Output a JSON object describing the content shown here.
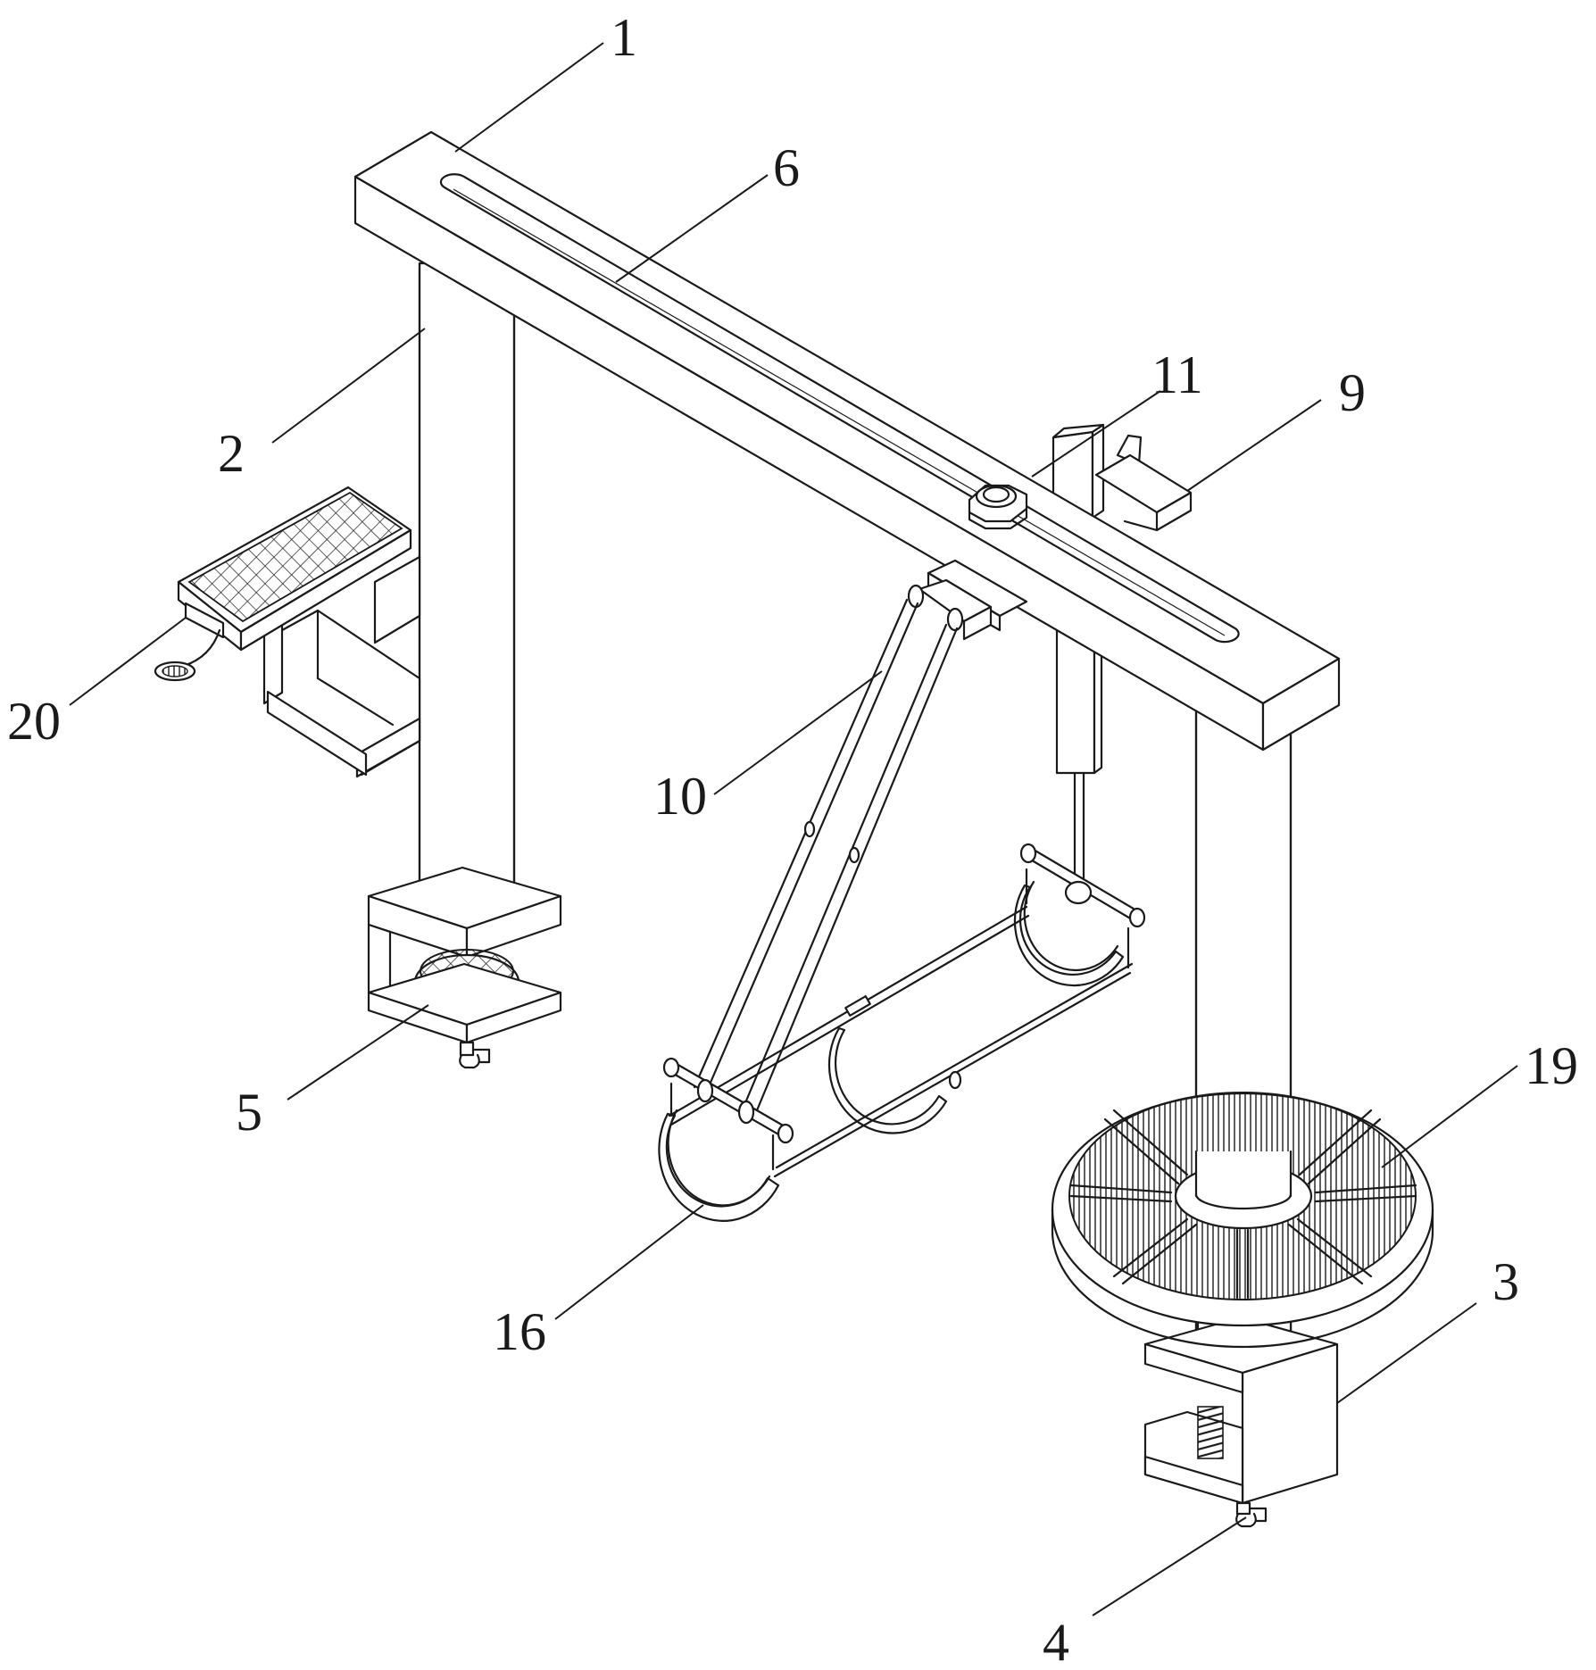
{
  "labels": {
    "part1": "1",
    "part2": "2",
    "part3": "3",
    "part4": "4",
    "part5": "5",
    "part6": "6",
    "part9": "9",
    "part10": "10",
    "part11": "11",
    "part16": "16",
    "part19": "19",
    "part20": "20"
  },
  "colors": {
    "line": "#1a1a1a",
    "background": "#ffffff"
  }
}
